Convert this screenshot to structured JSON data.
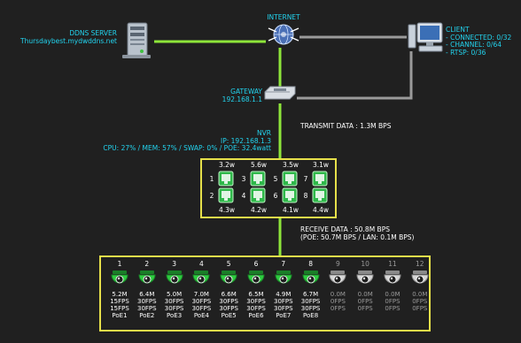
{
  "ddns": {
    "title": "DDNS SERVER",
    "host": "Thursdaybest.mydwddns.net",
    "icon": "server-icon"
  },
  "internet": {
    "title": "INTERNET",
    "icon": "globe-icon"
  },
  "client": {
    "title": "CLIENT",
    "connected": "- CONNECTED: 0/32",
    "channel": "- CHANNEL: 0/64",
    "rtsp": "- RTSP: 0/36",
    "icon": "computer-icon"
  },
  "gateway": {
    "title": "GATEWAY",
    "ip": "192.168.1.1",
    "icon": "router-icon"
  },
  "transmit": "TRANSMIT DATA : 1.3M BPS",
  "nvr": {
    "title": "NVR",
    "ip": "IP: 192.168.1.3",
    "stats": "CPU: 27% / MEM: 57% / SWAP: 0% / POE: 32.4watt"
  },
  "ports": [
    {
      "num": "1",
      "watt": "3.2w"
    },
    {
      "num": "2",
      "watt": "4.3w"
    },
    {
      "num": "3",
      "watt": "5.6w"
    },
    {
      "num": "4",
      "watt": "4.2w"
    },
    {
      "num": "5",
      "watt": "3.5w"
    },
    {
      "num": "6",
      "watt": "4.1w"
    },
    {
      "num": "7",
      "watt": "3.1w"
    },
    {
      "num": "8",
      "watt": "4.4w"
    }
  ],
  "receive": {
    "line1": "RECEIVE DATA : 50.8M BPS",
    "line2": "(POE: 50.7M BPS / LAN: 0.1M BPS)"
  },
  "cameras": [
    {
      "num": "1",
      "rate": "5.2M",
      "fps1": "15FPS",
      "fps2": "15FPS",
      "poe": "PoE1",
      "active": true
    },
    {
      "num": "2",
      "rate": "6.4M",
      "fps1": "30FPS",
      "fps2": "30FPS",
      "poe": "PoE2",
      "active": true
    },
    {
      "num": "3",
      "rate": "5.0M",
      "fps1": "30FPS",
      "fps2": "30FPS",
      "poe": "PoE3",
      "active": true
    },
    {
      "num": "4",
      "rate": "7.0M",
      "fps1": "30FPS",
      "fps2": "30FPS",
      "poe": "PoE4",
      "active": true
    },
    {
      "num": "5",
      "rate": "6.6M",
      "fps1": "30FPS",
      "fps2": "30FPS",
      "poe": "PoE5",
      "active": true
    },
    {
      "num": "6",
      "rate": "6.5M",
      "fps1": "30FPS",
      "fps2": "30FPS",
      "poe": "PoE6",
      "active": true
    },
    {
      "num": "7",
      "rate": "4.9M",
      "fps1": "30FPS",
      "fps2": "30FPS",
      "poe": "PoE7",
      "active": true
    },
    {
      "num": "8",
      "rate": "6.7M",
      "fps1": "30FPS",
      "fps2": "30FPS",
      "poe": "PoE8",
      "active": true
    },
    {
      "num": "9",
      "rate": "0.0M",
      "fps1": "0FPS",
      "fps2": "0FPS",
      "poe": "",
      "active": false
    },
    {
      "num": "10",
      "rate": "0.0M",
      "fps1": "0FPS",
      "fps2": "0FPS",
      "poe": "",
      "active": false
    },
    {
      "num": "11",
      "rate": "0.0M",
      "fps1": "0FPS",
      "fps2": "0FPS",
      "poe": "",
      "active": false
    },
    {
      "num": "12",
      "rate": "0.0M",
      "fps1": "0FPS",
      "fps2": "0FPS",
      "poe": "",
      "active": false
    }
  ],
  "colors": {
    "link": "#8ee63a",
    "lan": "#9a9a9a",
    "accent": "#22d3ee",
    "box": "#e6e04a",
    "camera_on": "#2ecc40"
  }
}
